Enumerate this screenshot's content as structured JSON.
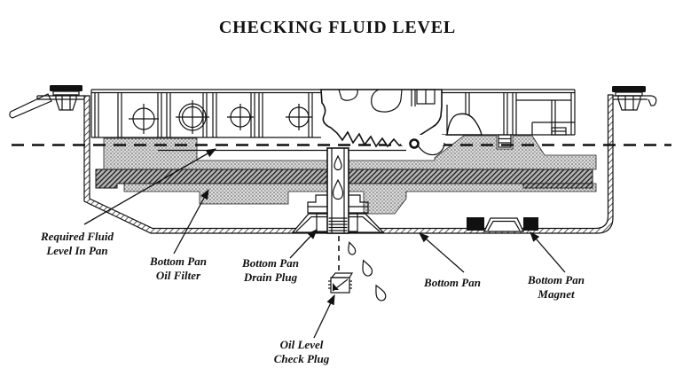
{
  "title": "CHECKING FLUID LEVEL",
  "labels": {
    "required_fluid_level": "Required Fluid\nLevel In Pan",
    "oil_filter": "Bottom Pan\nOil Filter",
    "drain_plug": "Bottom Pan\nDrain Plug",
    "bottom_pan": "Bottom Pan",
    "magnet": "Bottom Pan\nMagnet",
    "check_plug": "Oil Level\nCheck Plug"
  },
  "colors": {
    "ink": "#111111",
    "background": "#ffffff"
  }
}
